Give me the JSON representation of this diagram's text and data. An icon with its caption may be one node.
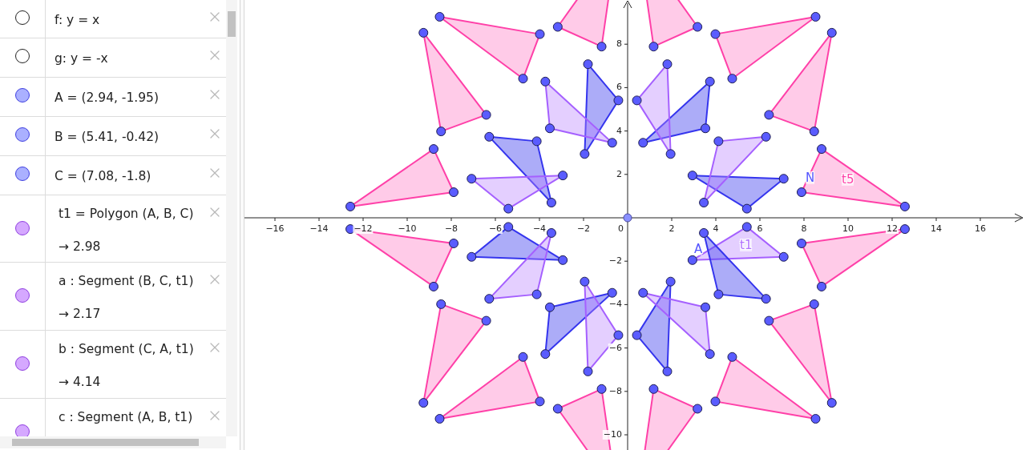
{
  "diagram": {
    "labels": [
      "f: y = x",
      "g: y = -x",
      "A = (2.94, -1.95)",
      "B = (5.41, -0.42)",
      "C = (7.08, -1.8)",
      "t1 = Polygon (A, B, C)",
      "→ 2.98",
      "a : Segment (B, C, t1)",
      "→ 2.17",
      "b : Segment (C, A, t1)",
      "→ 4.14",
      "c : Segment (A, B, t1)",
      "−16",
      "−14",
      "−12",
      "−10",
      "−8",
      "−6",
      "−4",
      "−2",
      "0",
      "2",
      "4",
      "6",
      "8",
      "10",
      "12",
      "14",
      "16",
      "8",
      "6",
      "4",
      "2",
      "−2",
      "−4",
      "−6",
      "−8",
      "−10",
      "N",
      "t5",
      "A",
      "t1"
    ]
  }
}
